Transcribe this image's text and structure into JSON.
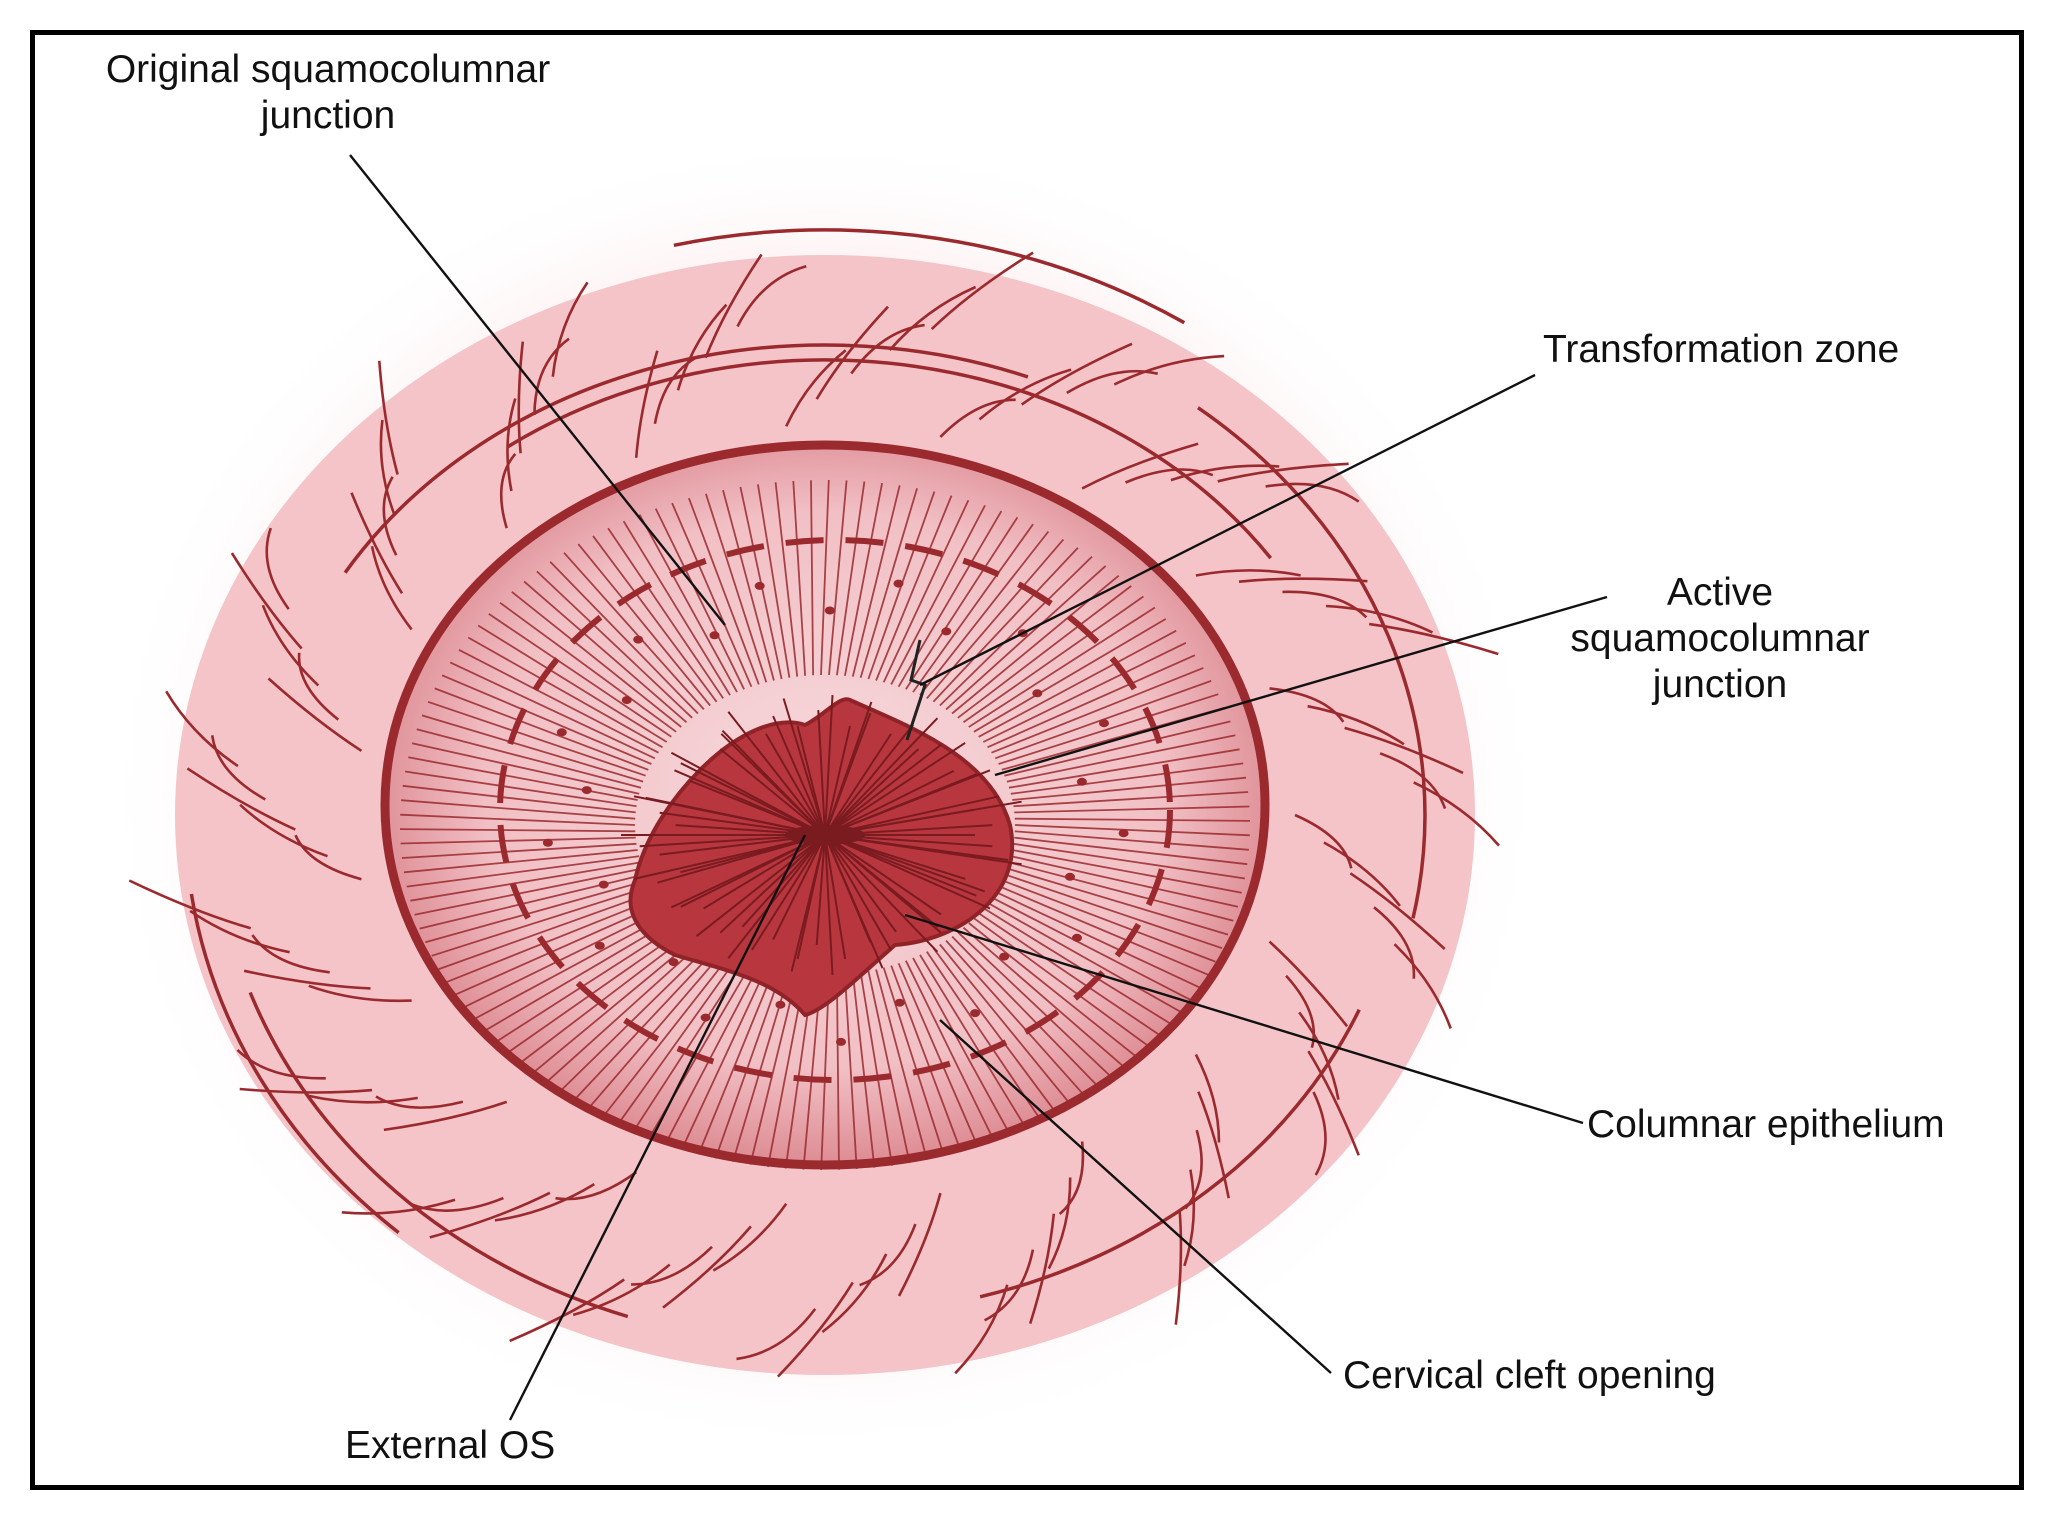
{
  "diagram": {
    "colors": {
      "tissue_dark": "#9b2a2e",
      "tissue_mid": "#c8525a",
      "tissue_light": "#f4c9cc",
      "background_glow": "#f6d3d6",
      "leader_line": "#111111"
    },
    "labels": {
      "original_scj": {
        "line1": "Original squamocolumnar",
        "line2": "junction"
      },
      "transformation_zone": "Transformation zone",
      "active_scj": {
        "line1": "Active",
        "line2": "squamocolumnar",
        "line3": "junction"
      },
      "columnar_epithelium": "Columnar epithelium",
      "cervical_cleft": "Cervical cleft opening",
      "external_os": "External OS"
    }
  }
}
